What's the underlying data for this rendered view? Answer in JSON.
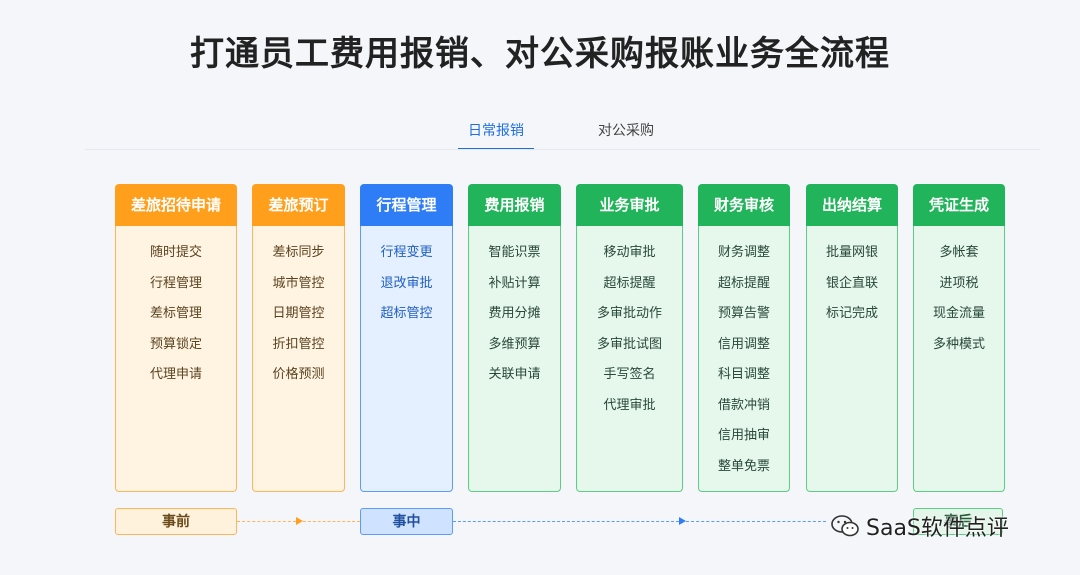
{
  "title": "打通员工费用报销、对公采购报账业务全流程",
  "tabs": [
    {
      "label": "日常报销",
      "active": true
    },
    {
      "label": "对公采购",
      "active": false
    }
  ],
  "columns": [
    {
      "title": "差旅招待申请",
      "theme": "orange",
      "items": [
        "随时提交",
        "行程管理",
        "差标管理",
        "预算锁定",
        "代理申请"
      ]
    },
    {
      "title": "差旅预订",
      "theme": "orange",
      "items": [
        "差标同步",
        "城市管控",
        "日期管控",
        "折扣管控",
        "价格预测"
      ]
    },
    {
      "title": "行程管理",
      "theme": "blue",
      "items": [
        "行程变更",
        "退改审批",
        "超标管控"
      ]
    },
    {
      "title": "费用报销",
      "theme": "green",
      "items": [
        "智能识票",
        "补贴计算",
        "费用分摊",
        "多维预算",
        "关联申请"
      ]
    },
    {
      "title": "业务审批",
      "theme": "green",
      "items": [
        "移动审批",
        "超标提醒",
        "多审批动作",
        "多审批试图",
        "手写签名",
        "代理审批"
      ]
    },
    {
      "title": "财务审核",
      "theme": "green",
      "items": [
        "财务调整",
        "超标提醒",
        "预算告警",
        "信用调整",
        "科目调整",
        "借款冲销",
        "信用抽审",
        "整单免票"
      ]
    },
    {
      "title": "出纳结算",
      "theme": "green",
      "items": [
        "批量网银",
        "银企直联",
        "标记完成"
      ]
    },
    {
      "title": "凭证生成",
      "theme": "green",
      "items": [
        "多帐套",
        "进项税",
        "现金流量",
        "多种模式"
      ]
    }
  ],
  "phases": {
    "before": "事前",
    "during": "事中",
    "after": "事后"
  },
  "watermark": "SaaS软件点评",
  "colors": {
    "orange": "#ff9f1c",
    "blue": "#2f7df6",
    "green": "#22b45a",
    "active_tab": "#1f6fe0"
  }
}
